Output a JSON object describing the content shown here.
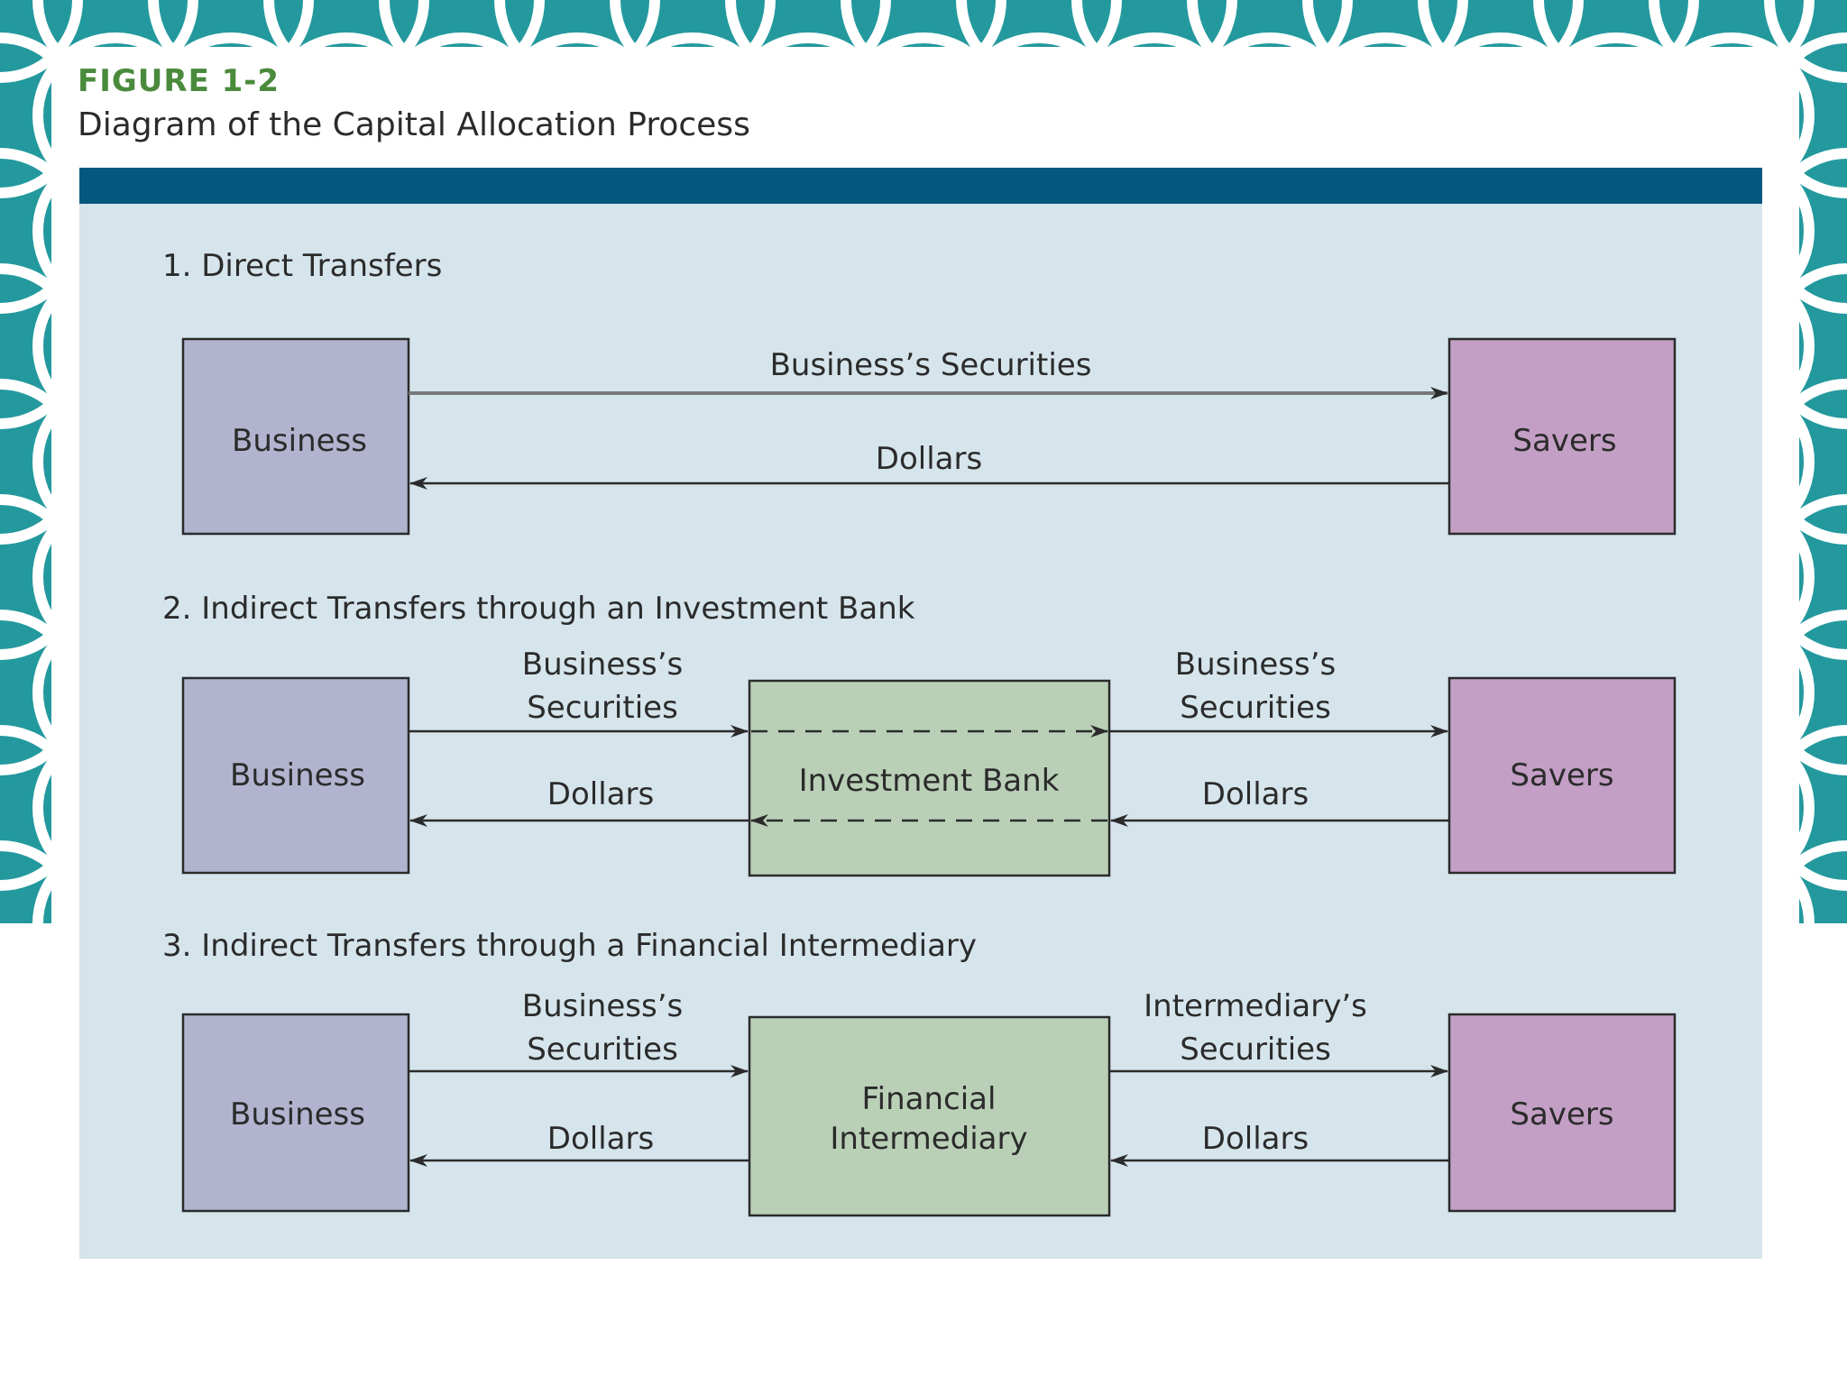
{
  "colors": {
    "teal": "#23999E",
    "figure_label": "#4A8A3C",
    "title_bar": "#04587E",
    "panel": "#D6E5EC",
    "business_box": "#B2B4CF",
    "savers_box": "#C39FC5",
    "middle_box": "#B9D0B7",
    "arrow": "#2B2B2B"
  },
  "figure": {
    "label": "FIGURE 1-2",
    "title": "Diagram of the Capital Allocation Process"
  },
  "sections": [
    {
      "title": "1. Direct Transfers",
      "left_box": "Business",
      "right_box": "Savers",
      "top_flow": "Business’s Securities",
      "bottom_flow": "Dollars"
    },
    {
      "title": "2. Indirect Transfers through an Investment Bank",
      "left_box": "Business",
      "middle_box": "Investment Bank",
      "right_box": "Savers",
      "left_top_flow": [
        "Business’s",
        "Securities"
      ],
      "right_top_flow": [
        "Business’s",
        "Securities"
      ],
      "left_bottom_flow": "Dollars",
      "right_bottom_flow": "Dollars"
    },
    {
      "title": "3. Indirect Transfers through a Financial Intermediary",
      "left_box": "Business",
      "middle_box": [
        "Financial",
        "Intermediary"
      ],
      "right_box": "Savers",
      "left_top_flow": [
        "Business’s",
        "Securities"
      ],
      "right_top_flow": [
        "Intermediary’s",
        "Securities"
      ],
      "left_bottom_flow": "Dollars",
      "right_bottom_flow": "Dollars"
    }
  ]
}
